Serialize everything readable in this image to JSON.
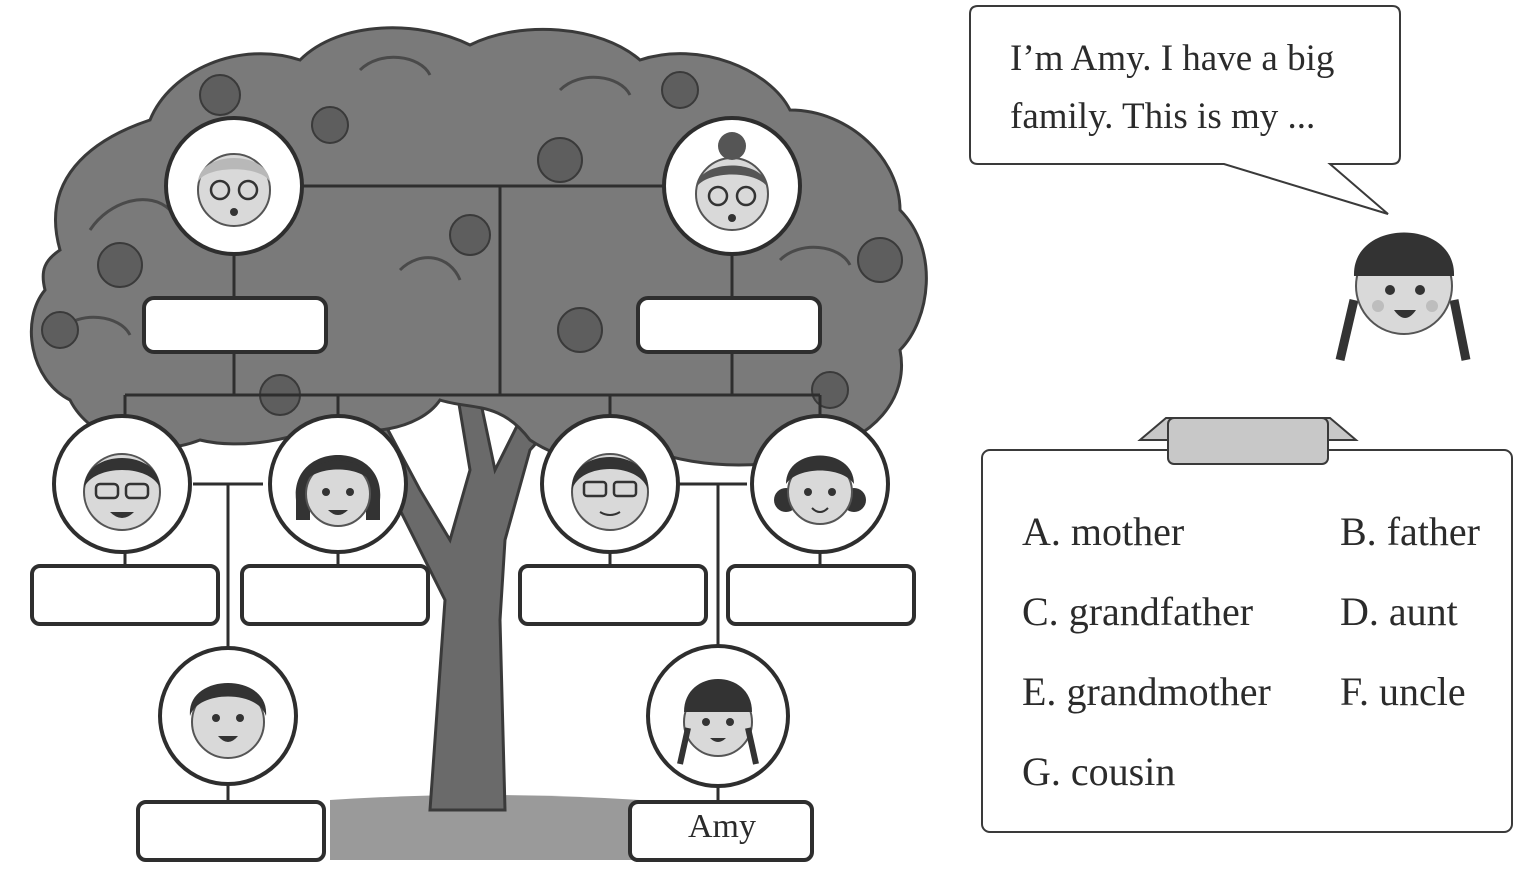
{
  "speech": {
    "line1": "I’m Amy. I have a big",
    "line2": "family. This is my ..."
  },
  "options": [
    {
      "letter": "A.",
      "word": "mother"
    },
    {
      "letter": "B.",
      "word": "father"
    },
    {
      "letter": "C.",
      "word": "grandfather"
    },
    {
      "letter": "D.",
      "word": "aunt"
    },
    {
      "letter": "E.",
      "word": "grandmother"
    },
    {
      "letter": "F.",
      "word": "uncle"
    },
    {
      "letter": "G.",
      "word": "cousin"
    }
  ],
  "tree": {
    "known_label": "Amy"
  },
  "colors": {
    "foliage": "#7a7a7a",
    "foliage_dark": "#5e5e5e",
    "trunk": "#6a6a6a",
    "ground": "#9a9a9a",
    "line": "#2e2e2e",
    "face": "#d9d9d9"
  }
}
